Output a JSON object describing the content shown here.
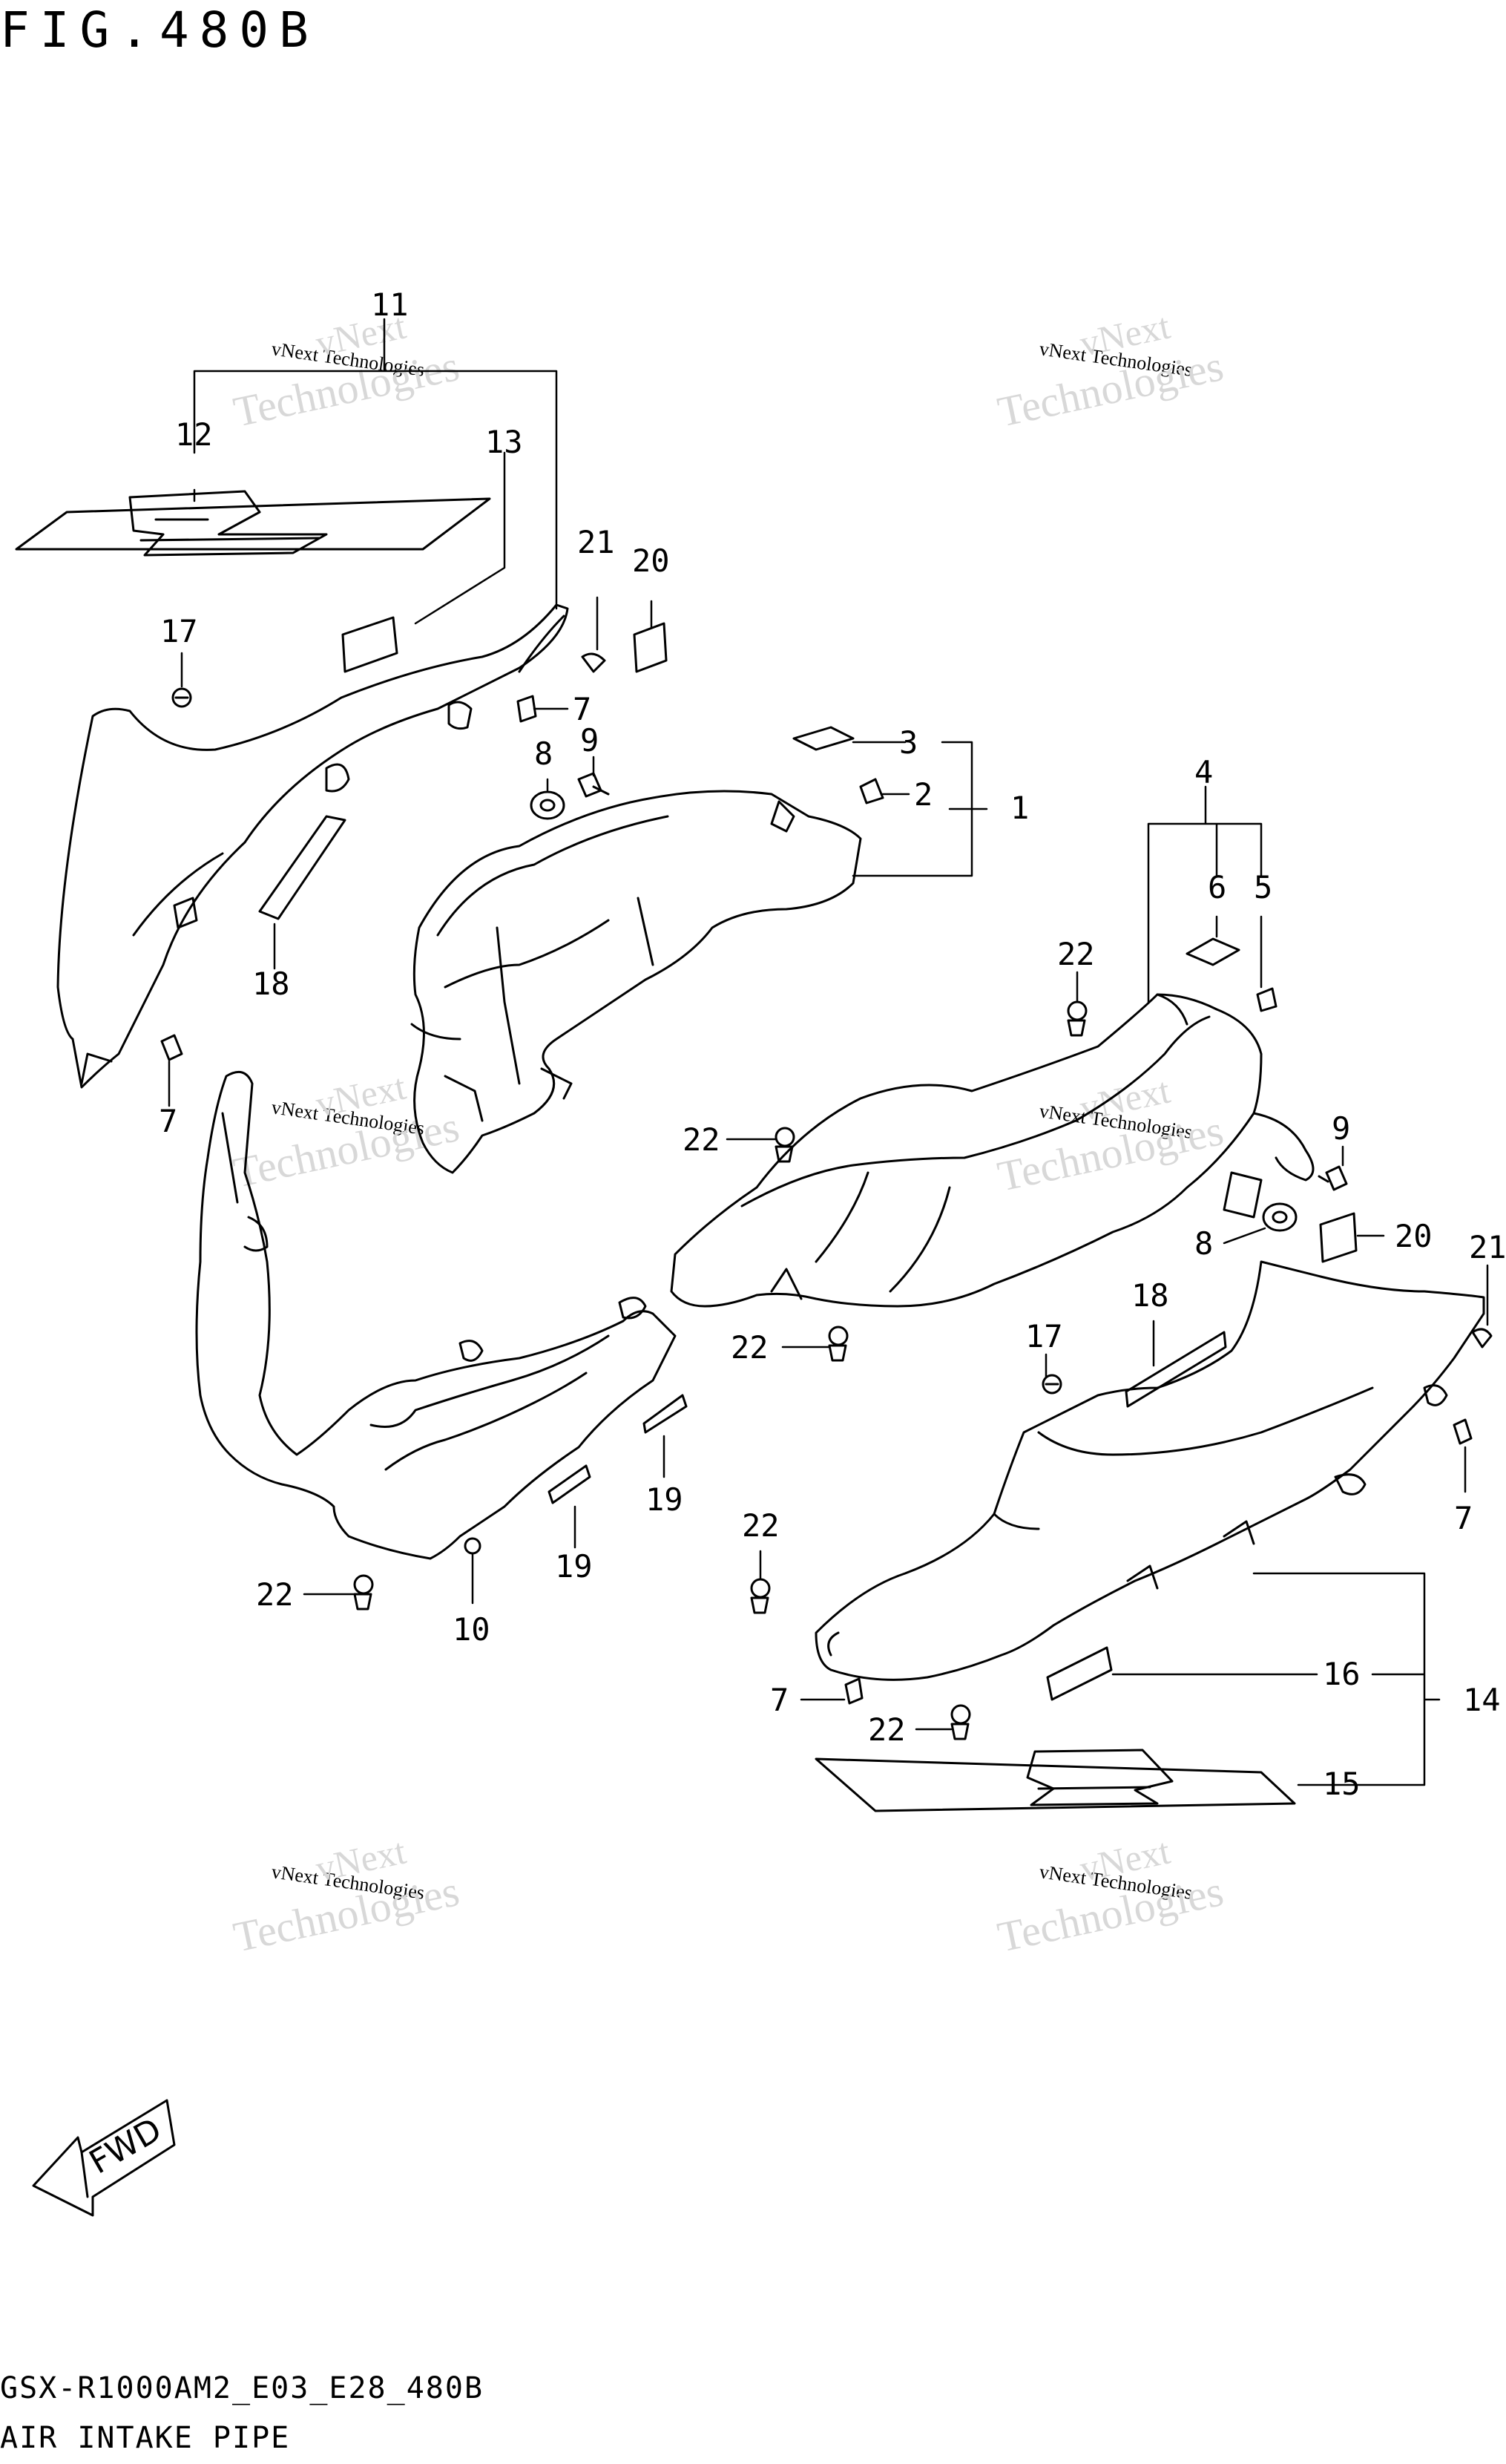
{
  "header": {
    "figure_title": "FIG.480B"
  },
  "footer": {
    "model_code": "GSX-R1000AM2_E03_E28_480B",
    "section_title": "AIR INTAKE PIPE"
  },
  "watermark": {
    "line1": "vNext Technologies",
    "line2": "Technologies",
    "line3": "vNext"
  },
  "fwd_label": "FWD",
  "callouts": {
    "c1": "1",
    "c2": "2",
    "c3": "3",
    "c4": "4",
    "c5": "5",
    "c6": "6",
    "c7a": "7",
    "c7b": "7",
    "c7c": "7",
    "c7d": "7",
    "c8a": "8",
    "c8b": "8",
    "c9a": "9",
    "c9b": "9",
    "c10": "10",
    "c11": "11",
    "c12": "12",
    "c13": "13",
    "c14": "14",
    "c15": "15",
    "c16": "16",
    "c17a": "17",
    "c17b": "17",
    "c18a": "18",
    "c18b": "18",
    "c19a": "19",
    "c19b": "19",
    "c20a": "20",
    "c20b": "20",
    "c21a": "21",
    "c21b": "21",
    "c22a": "22",
    "c22b": "22",
    "c22c": "22",
    "c22d": "22",
    "c22e": "22",
    "c22f": "22"
  }
}
